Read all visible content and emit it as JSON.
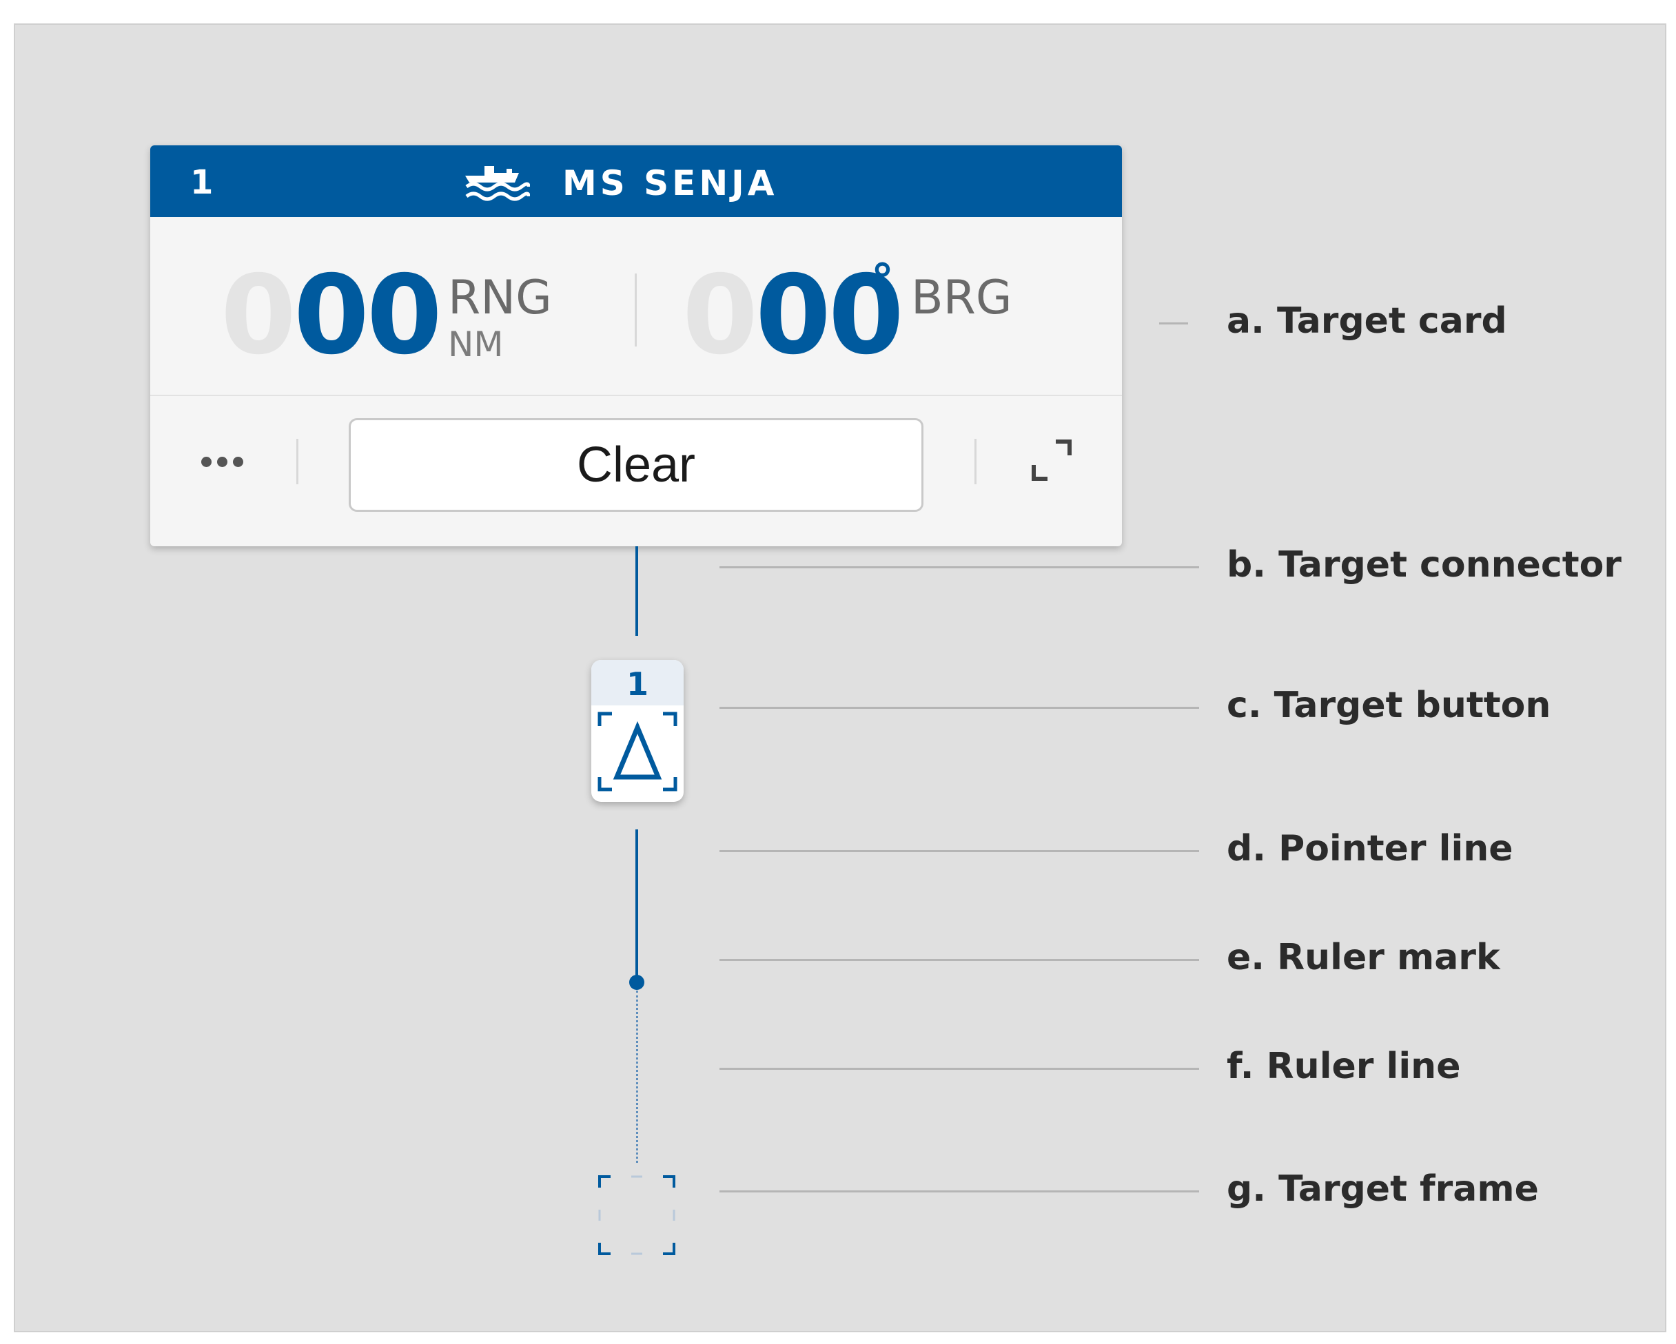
{
  "card": {
    "index": "1",
    "vessel_name": "MS SENJA",
    "range": {
      "dim_digits": "0",
      "main_digits": "00",
      "label": "RNG",
      "unit": "NM"
    },
    "bearing": {
      "dim_digits": "0",
      "main_digits": "00",
      "degree": "°",
      "label": "BRG"
    },
    "clear_label": "Clear"
  },
  "target_button": {
    "index": "1"
  },
  "callouts": {
    "a": "a. Target card",
    "b": "b. Target connector",
    "c": "c. Target button",
    "d": "d. Pointer line",
    "e": "e. Ruler mark",
    "f": "f. Ruler line",
    "g": "g. Target frame"
  },
  "colors": {
    "brand_blue": "#005a9e",
    "background": "#e0e0e0",
    "card_surface": "#f5f5f5"
  },
  "icons": {
    "ship": "ship-icon",
    "more": "more-dots-icon",
    "expand": "expand-icon",
    "target": "delta-target-icon"
  }
}
